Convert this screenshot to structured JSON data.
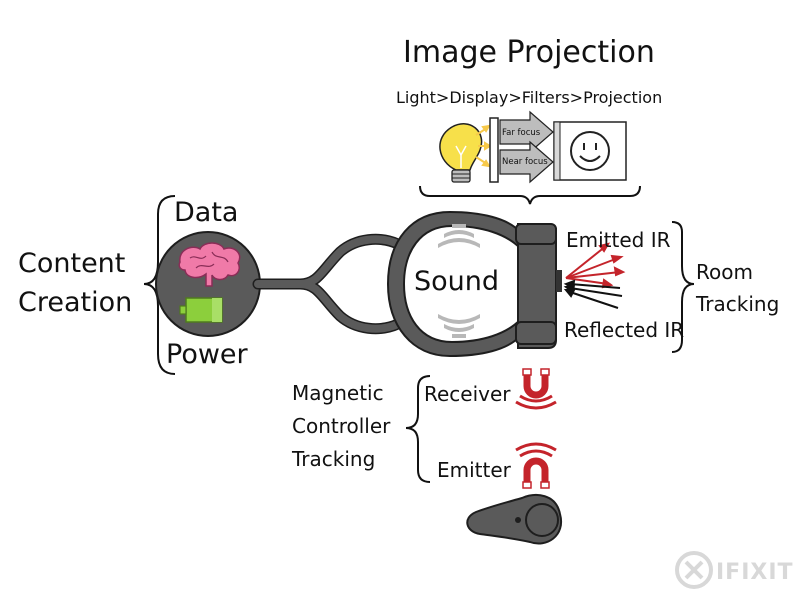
{
  "title": "Image Projection",
  "pipeline": "Light>Display>Filters>Projection",
  "far_focus": "Far focus",
  "near_focus": "Near focus",
  "content_creation": [
    "Content",
    "Creation"
  ],
  "data_label": "Data",
  "power_label": "Power",
  "sound_label": "Sound",
  "emitted_ir": "Emitted IR",
  "reflected_ir": "Reflected IR",
  "room_tracking": [
    "Room",
    "Tracking"
  ],
  "magnetic_tracking": [
    "Magnetic",
    "Controller",
    "Tracking"
  ],
  "receiver": "Receiver",
  "emitter": "Emitter",
  "logo_text": "IFIXIT",
  "colors": {
    "headset": "#5a5a5a",
    "brain": "#f07aa8",
    "battery": "#8ccf3c",
    "bulb": "#f7e04a",
    "magnet": "#c4242b",
    "ir_emitted": "#c4242b",
    "ir_reflected": "#111111",
    "sound_waves": "#b8b8b8"
  }
}
